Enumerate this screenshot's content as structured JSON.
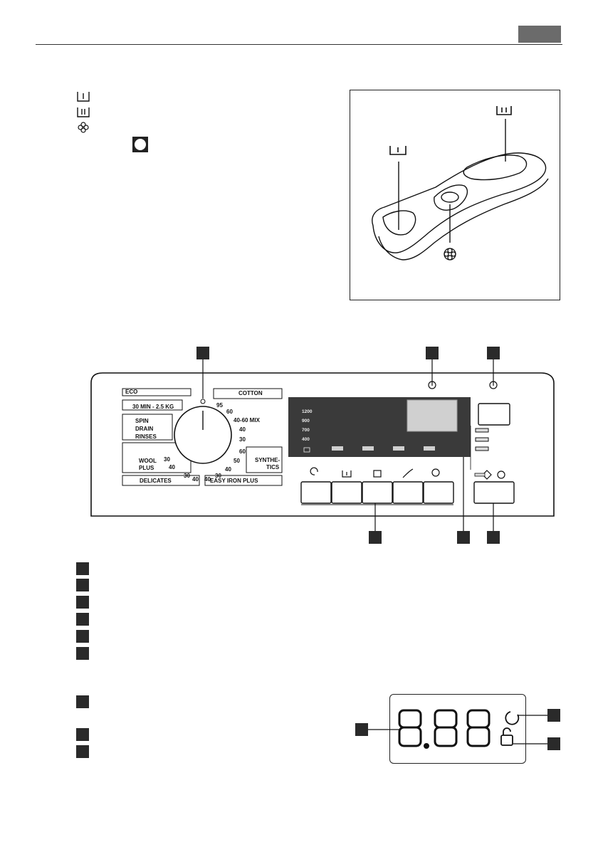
{
  "dispenser_legend": {
    "items": [
      {
        "icon": "prewash-compartment-icon"
      },
      {
        "icon": "main-wash-compartment-icon"
      },
      {
        "icon": "softener-compartment-icon"
      },
      {
        "icon": "max-level-ring-icon"
      }
    ]
  },
  "dispenser_figure": {
    "labels": [
      {
        "icon": "main-wash-compartment-icon"
      },
      {
        "icon": "prewash-compartment-icon"
      },
      {
        "icon": "softener-compartment-icon"
      }
    ]
  },
  "control_panel": {
    "program_labels_left": [
      "ECO",
      "30 MIN - 2.5 KG",
      "SPIN",
      "DRAIN",
      "RINSES",
      "WOOL",
      "PLUS",
      "DELICATES"
    ],
    "program_labels_right": [
      "COTTON",
      "40-60 MIX",
      "SYNTHE-",
      "TICS",
      "EASY IRON PLUS"
    ],
    "dial_temperatures": [
      "95",
      "60",
      "40",
      "30",
      "60",
      "50",
      "40",
      "30",
      "40",
      "30",
      "40",
      "30",
      "40",
      "30"
    ],
    "spin_speeds": [
      "1200",
      "900",
      "700",
      "400"
    ],
    "buttons": [
      "spin-icon",
      "prewash-icon",
      "stain-icon",
      "easy-iron-icon",
      "time-save-icon"
    ],
    "status_indicators": [
      "main-wash-icon",
      "rinse-icon",
      "spin-drain-icon"
    ]
  },
  "colors": {
    "callout_marker": "#2a2a2a",
    "header_tab": "#6b6b6b",
    "display_window": "#3a3a3a"
  }
}
